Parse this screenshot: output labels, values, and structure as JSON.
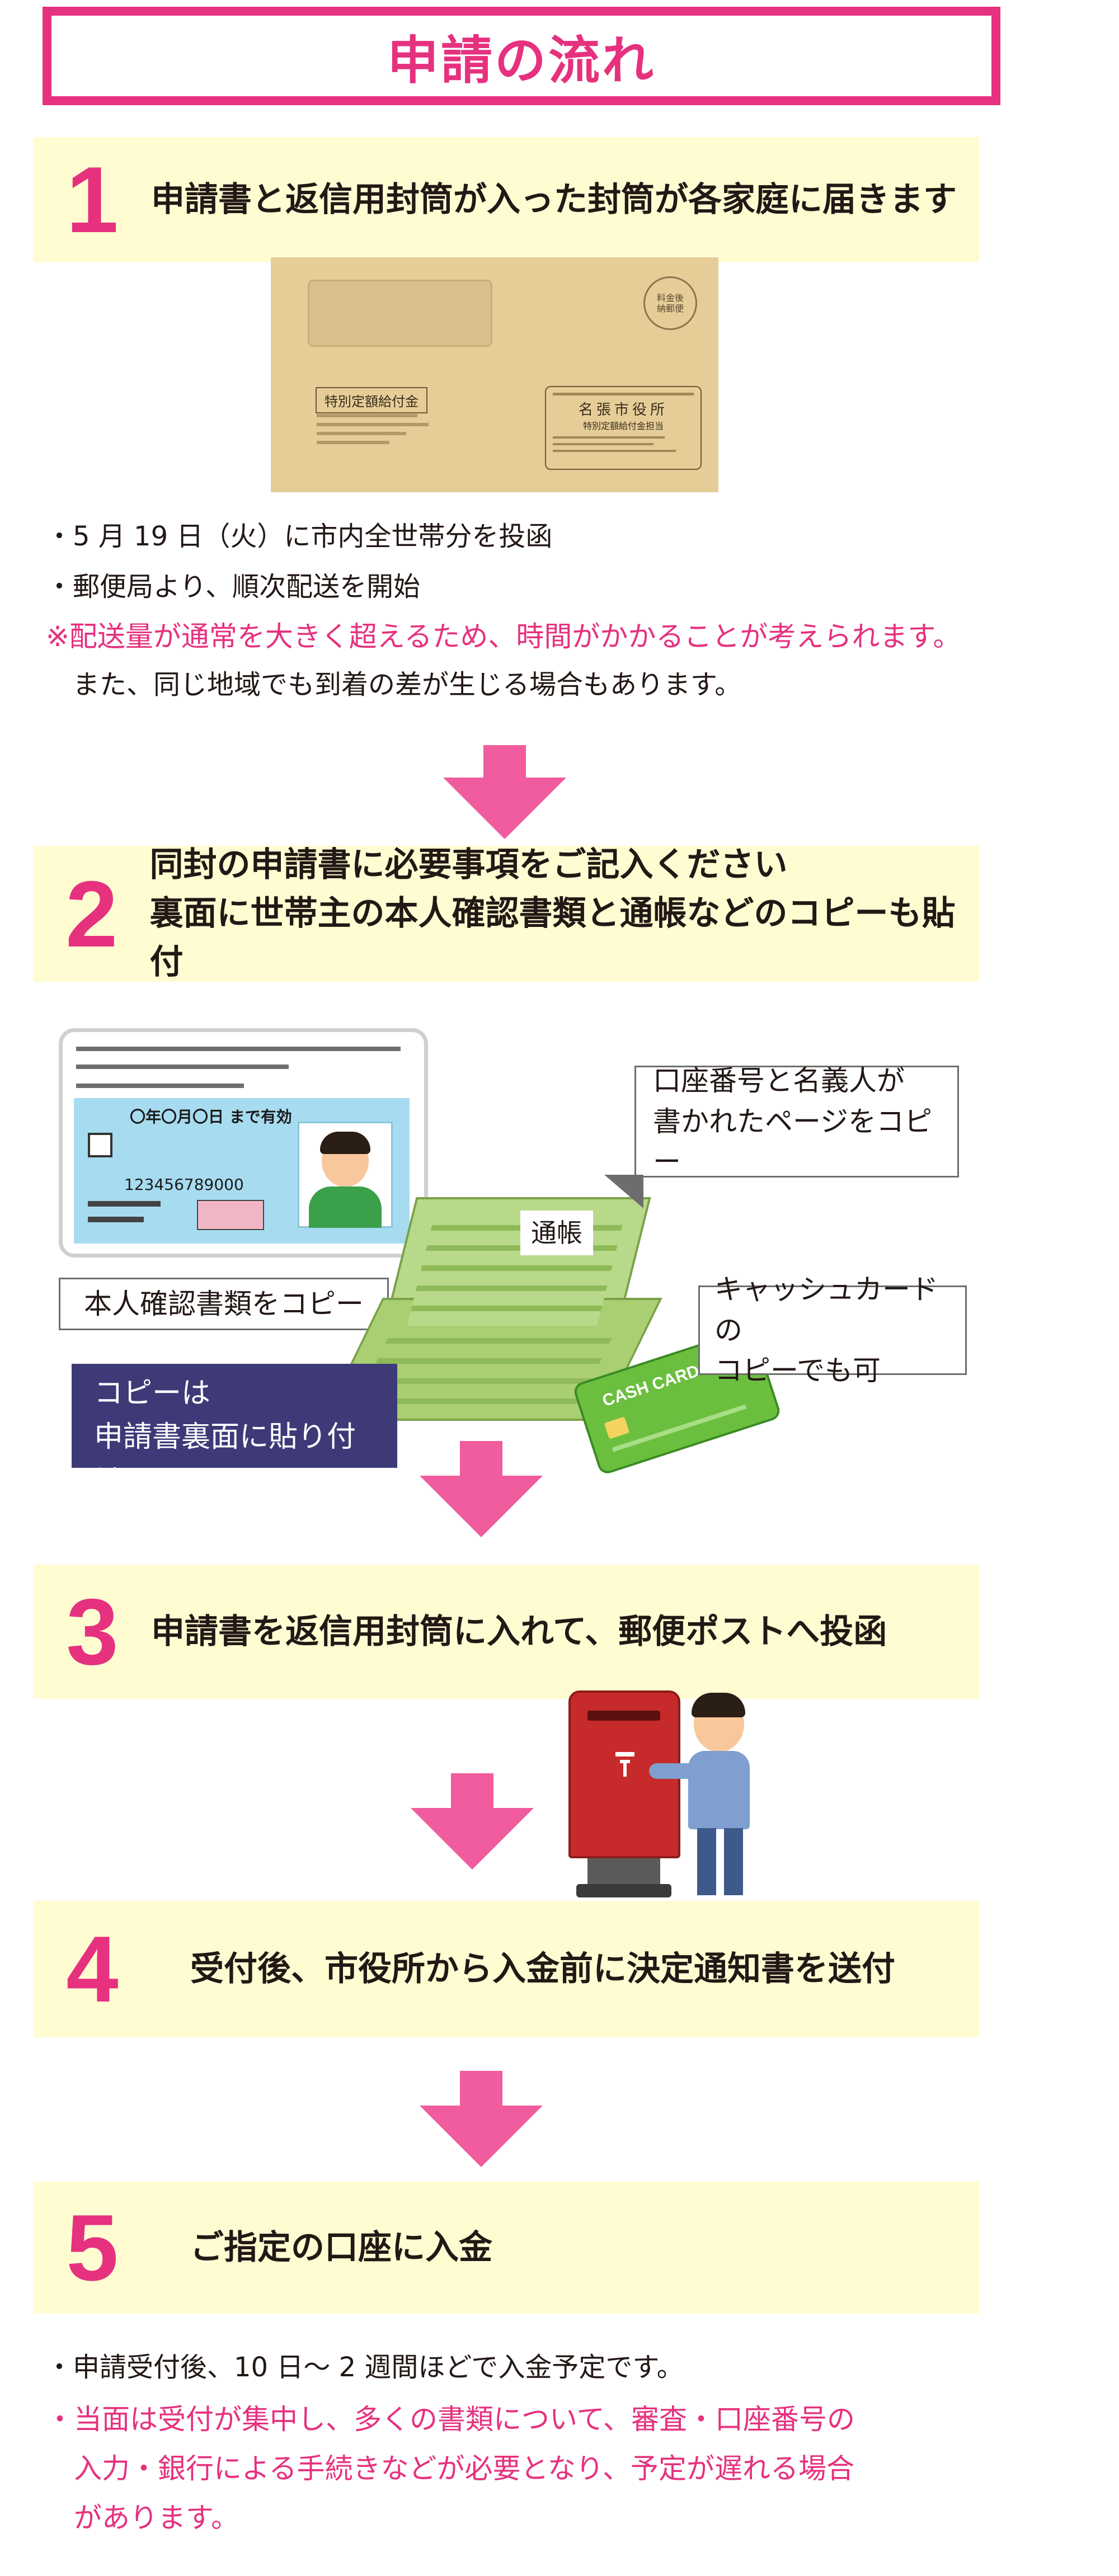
{
  "title": "申請の流れ",
  "steps": [
    {
      "number": "1",
      "text": "申請書と返信用封筒が入った封筒が各家庭に届きます"
    },
    {
      "number": "2",
      "line1": "同封の申請書に必要事項をご記入ください",
      "line2": "裏面に世帯主の本人確認書類と通帳などのコピーも貼付"
    },
    {
      "number": "3",
      "text": "申請書を返信用封筒に入れて、郵便ポストへ投函"
    },
    {
      "number": "4",
      "text": "受付後、市役所から入金前に決定通知書を送付"
    },
    {
      "number": "5",
      "text": "ご指定の口座に入金"
    }
  ],
  "envelope": {
    "label": "特別定額給付金",
    "stamp": "料金後納郵便",
    "sender_name": "名張市役所",
    "sender_dept": "特別定額給付金担当"
  },
  "notes1": [
    "・5 月 19 日（火）に市内全世帯分を投函",
    "・郵便局より、順次配送を開始",
    "※配送量が通常を大きく超えるため、時間がかかることが考えられます。",
    "　また、同じ地域でも到着の差が生じる場合もあります。"
  ],
  "step2_illustration": {
    "id_copy": "本人確認書類をコピー",
    "paste_line1": "コピーは",
    "paste_line2": "申請書裏面に貼り付け",
    "passbook_line1": "口座番号と名義人が",
    "passbook_line2": "書かれたページをコピー",
    "passbook_label": "通帳",
    "cashcard_line1": "キャッシュカードの",
    "cashcard_line2": "コピーでも可",
    "card_text": "CASH CARD",
    "license_line": "〇年〇月〇日 まで有効",
    "license_number": "123456789000"
  },
  "notes5": [
    "・申請受付後、10 日〜 2 週間ほどで入金予定です。",
    "・当面は受付が集中し、多くの書類について、審査・口座番号の",
    "　入力・銀行による手続きなどが必要となり、予定が遅れる場合",
    "　があります。"
  ],
  "colors": {
    "accent": "#e6317f",
    "band": "#fffcd2",
    "navy": "#3e3a78",
    "envelope": "#e6cd98"
  }
}
